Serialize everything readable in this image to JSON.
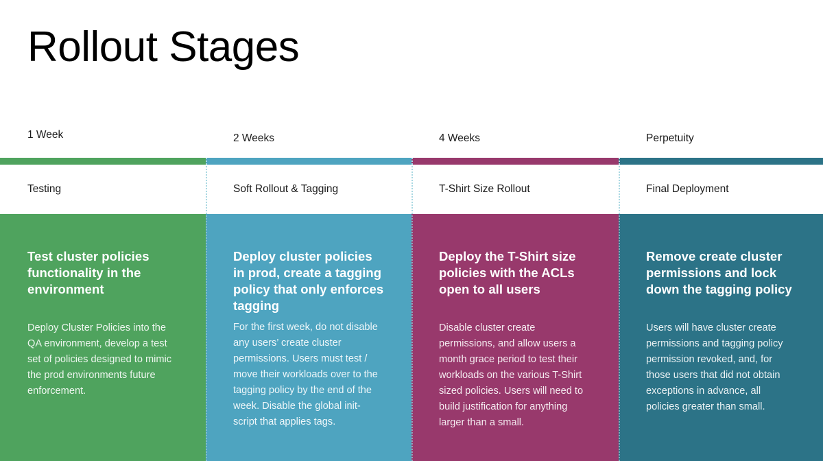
{
  "slide": {
    "title": "Rollout Stages",
    "background_color": "#ffffff",
    "text_color": "#000000"
  },
  "stages": [
    {
      "duration": "1 Week",
      "name": "Testing",
      "headline": "Test cluster policies functionality in the environment",
      "description": "Deploy Cluster Policies into the QA environment, develop a test set of policies designed to mimic the prod environments future enforcement.",
      "accent_color": "#4FA35E",
      "block_color": "#4FA35E"
    },
    {
      "duration": "2 Weeks",
      "name": "Soft Rollout & Tagging",
      "headline": "Deploy cluster policies in prod, create a tagging policy that only enforces tagging",
      "description": "For the first week, do not disable any users’ create cluster permissions. Users must test / move their workloads over to the tagging policy by the end of the week. Disable the global init-script that applies tags.",
      "accent_color": "#4EA4C0",
      "block_color": "#4EA4C0"
    },
    {
      "duration": "4 Weeks",
      "name": "T-Shirt Size Rollout",
      "headline": "Deploy the T-Shirt size policies with the ACLs open to all users",
      "description": "Disable cluster create permissions, and allow users a month grace period to test their workloads on the various T-Shirt sized policies. Users will need to build justification for anything larger than a small.",
      "accent_color": "#98396C",
      "block_color": "#98396C"
    },
    {
      "duration": "Perpetuity",
      "name": "Final Deployment",
      "headline": "Remove create cluster permissions and lock down the tagging policy",
      "description": "Users will have cluster create permissions and tagging policy permission revoked, and, for those users that did not obtain exceptions in advance, all policies greater than small.",
      "accent_color": "#2C7387",
      "block_color": "#2C7387"
    }
  ],
  "divider": {
    "style": "dotted",
    "color": "#a9d8e2"
  }
}
